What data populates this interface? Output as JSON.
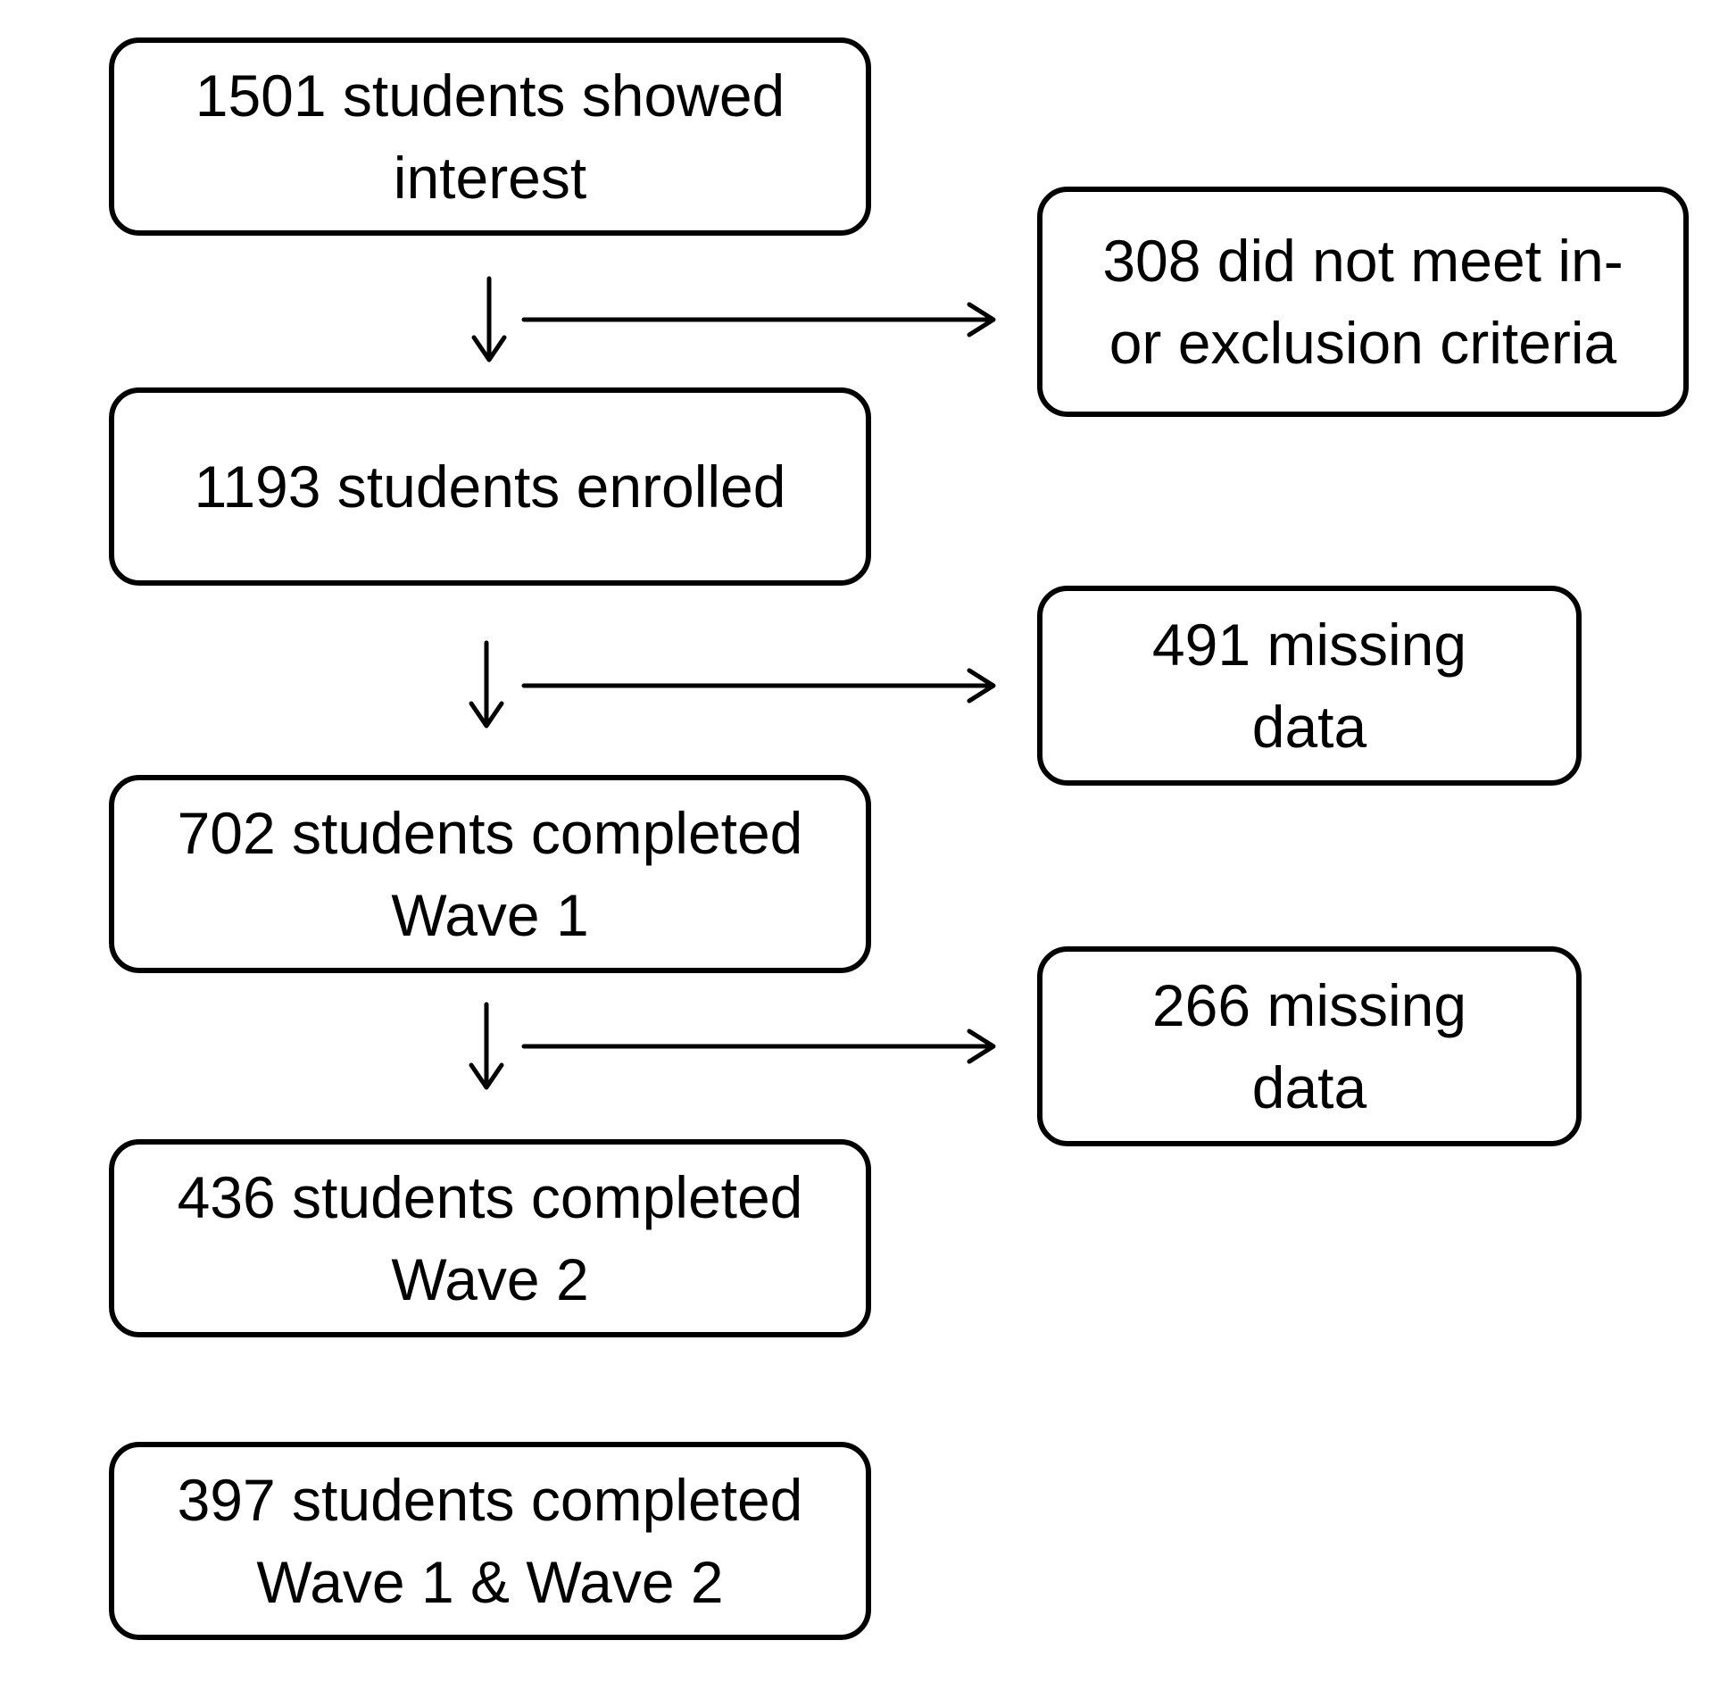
{
  "flow": {
    "interest": {
      "line1": "1501 students showed",
      "line2": "interest"
    },
    "enrolled": {
      "line1": "1193 students enrolled"
    },
    "wave1": {
      "line1": "702 students completed",
      "line2": "Wave 1"
    },
    "wave2": {
      "line1": "436 students completed",
      "line2": "Wave 2"
    },
    "both_waves": {
      "line1": "397 students completed",
      "line2": "Wave 1 & Wave 2"
    }
  },
  "exclusions": {
    "criteria": {
      "line1": "308 did not meet in-",
      "line2": "or exclusion criteria"
    },
    "missing_wave1": {
      "line1": "491 missing",
      "line2": "data"
    },
    "missing_wave2": {
      "line1": "266 missing",
      "line2": "data"
    }
  }
}
